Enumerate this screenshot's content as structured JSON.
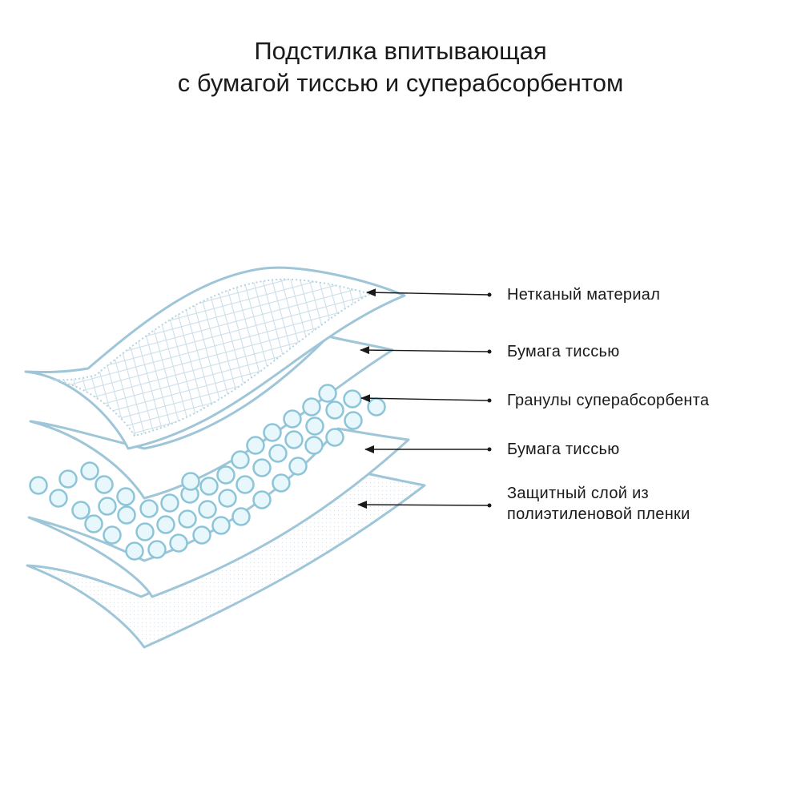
{
  "title": {
    "line1": "Подстилка впитывающая",
    "line2": "с бумагой тиссью и суперабсорбентом"
  },
  "colors": {
    "outline": "#9ec6d8",
    "fill": "#ffffff",
    "texture": "#c9dde7",
    "granule_stroke": "#8cc4d8",
    "granule_fill": "#e8f7fb",
    "arrow": "#1a1a1a"
  },
  "layers": [
    {
      "label": "Нетканый материал"
    },
    {
      "label": "Бумага тиссью"
    },
    {
      "label": "Гранулы суперабсорбента"
    },
    {
      "label": "Бумага тиссью"
    },
    {
      "label_line1": "Защитный слой из",
      "label_line2": "полиэтиленовой пленки"
    }
  ]
}
